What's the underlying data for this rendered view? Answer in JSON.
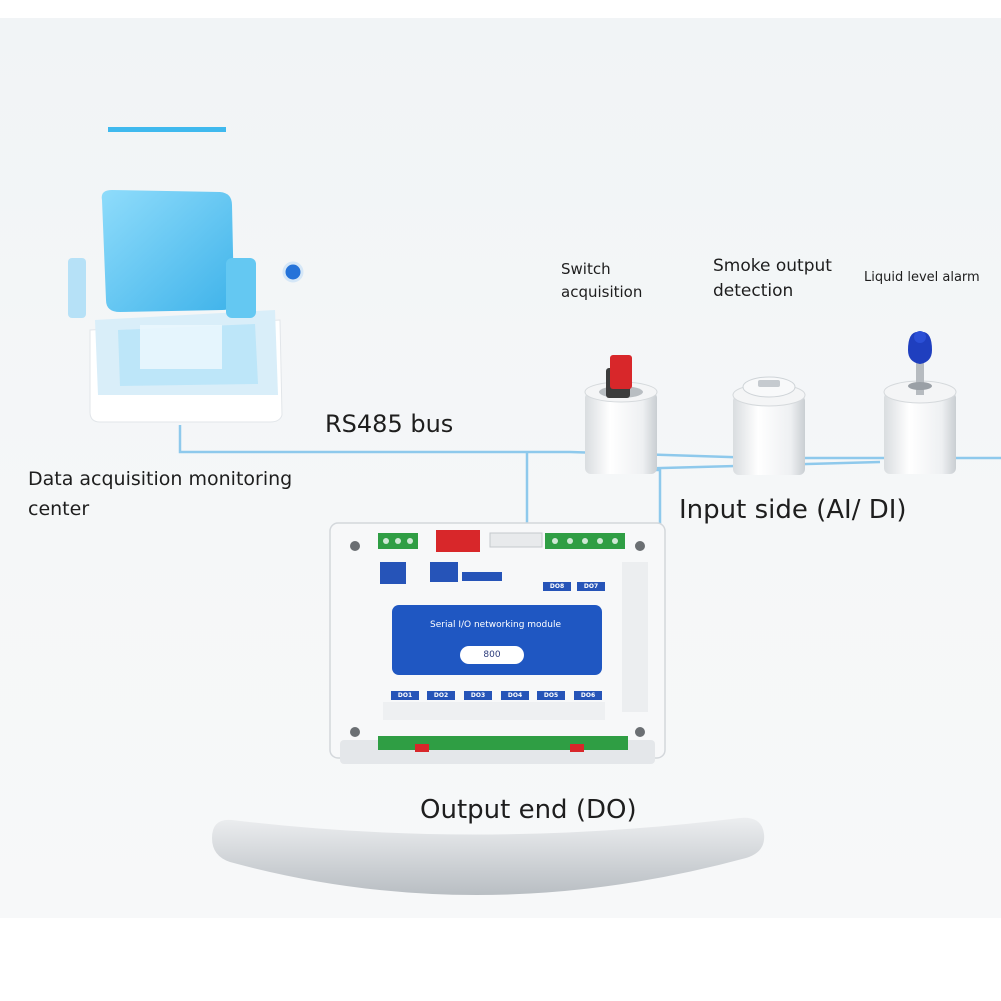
{
  "labels": {
    "bus": "RS485 bus",
    "center": [
      "Data acquisition monitoring",
      "center"
    ],
    "switch": [
      "Switch",
      "acquisition"
    ],
    "smoke": [
      "Smoke output",
      "detection"
    ],
    "liquid": "Liquid level alarm",
    "input_side": "Input side (AI/ DI)",
    "output_end": "Output end (DO)"
  },
  "module": {
    "title": "Serial I/O networking module",
    "value": "800",
    "top_outputs": [
      "DO8",
      "DO7"
    ],
    "bottom_outputs": [
      "DO1",
      "DO2",
      "DO3",
      "DO4",
      "DO5",
      "DO6"
    ]
  },
  "colors": {
    "bus_line": "#8ec9ec",
    "module_blue": "#1f57c2",
    "terminal_green": "#2f9e44",
    "switch_red": "#d8272a",
    "float_blue": "#1f3fbf",
    "monitor_cyan": "#4fc3f0"
  },
  "icons": [
    "monitor-center-icon",
    "switch-sensor-icon",
    "smoke-detector-icon",
    "liquid-level-sensor-icon",
    "io-module-icon"
  ]
}
